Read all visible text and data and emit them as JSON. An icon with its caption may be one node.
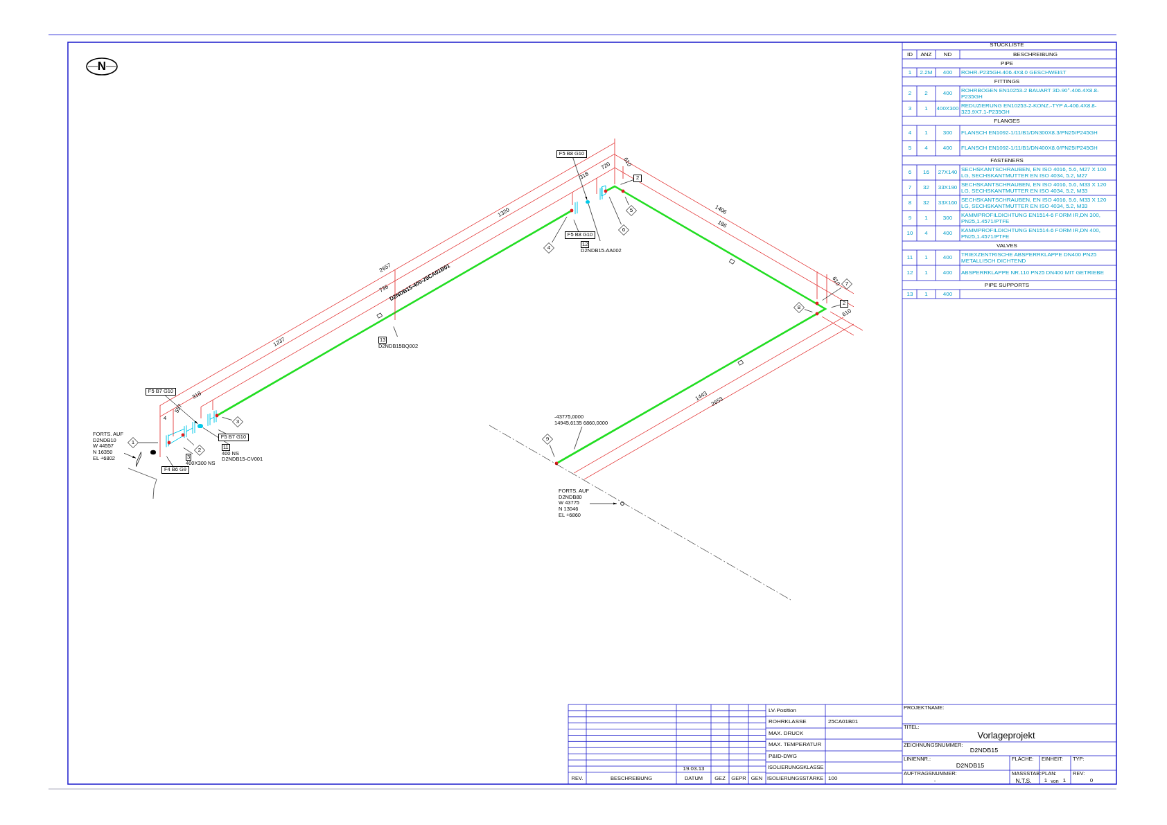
{
  "diagram": {
    "nodes": [
      {
        "text": [
          "N"
        ]
      },
      {
        "text": [
          "F5 B7 G10"
        ]
      },
      {
        "text": [
          "1"
        ]
      },
      {
        "text": [
          "2"
        ]
      },
      {
        "text": [
          "3"
        ]
      },
      {
        "text": [
          "F5 B7 G10"
        ]
      },
      {
        "text": [
          "3",
          "400X300 NS"
        ]
      },
      {
        "text": [
          "11",
          "400 NS",
          "D2NDB15-CV001"
        ]
      },
      {
        "text": [
          "F4 B6 G9"
        ]
      },
      {
        "text": [
          "FORTS. AUF",
          "D2NDB10",
          "W 44557",
          "N 16350",
          "EL +6802"
        ]
      },
      {
        "text": [
          "F5 B8 G10"
        ]
      },
      {
        "text": [
          "F5 B8 G10"
        ]
      },
      {
        "text": [
          "12",
          "D2NDB15-AA002"
        ]
      },
      {
        "text": [
          "4"
        ]
      },
      {
        "text": [
          "6"
        ]
      },
      {
        "text": [
          "5"
        ]
      },
      {
        "text": [
          "2"
        ]
      },
      {
        "text": [
          "7"
        ]
      },
      {
        "text": [
          "2"
        ]
      },
      {
        "text": [
          "8"
        ]
      },
      {
        "text": [
          "9"
        ]
      },
      {
        "text": [
          "-43775,0000",
          "14945,6135 6860,0000"
        ]
      },
      {
        "text": [
          "FORTS. AUF",
          "D2NDB80",
          "W 43775",
          "N 13046",
          "EL +6860"
        ]
      },
      {
        "text": [
          "13",
          "D2NDB15BQ002"
        ]
      },
      {
        "text": [],
        "shape": "circle"
      },
      {
        "text": [],
        "shape": "circle"
      },
      {
        "text": [],
        "shape": "bar"
      }
    ],
    "edges": [
      {
        "from": 1,
        "to": 24,
        "arrow": "to"
      },
      {
        "from": 2,
        "to": null,
        "arrow": "none"
      },
      {
        "from": 3,
        "to": null,
        "arrow": "none"
      },
      {
        "from": 4,
        "to": null,
        "arrow": "none"
      },
      {
        "from": 5,
        "to": null,
        "arrow": "none"
      },
      {
        "from": 6,
        "to": null,
        "arrow": "none"
      },
      {
        "from": 7,
        "to": 24,
        "arrow": "none"
      },
      {
        "from": 8,
        "to": null,
        "arrow": "none"
      },
      {
        "from": 9,
        "to": 26,
        "arrow": "to"
      },
      {
        "from": 10,
        "to": 25,
        "arrow": "to"
      },
      {
        "from": 11,
        "to": null,
        "arrow": "none"
      },
      {
        "from": 12,
        "to": 25,
        "arrow": "none"
      },
      {
        "from": 13,
        "to": null,
        "arrow": "none"
      },
      {
        "from": 14,
        "to": null,
        "arrow": "none"
      },
      {
        "from": 15,
        "to": null,
        "arrow": "none"
      },
      {
        "from": 16,
        "to": null,
        "arrow": "none"
      },
      {
        "from": 17,
        "to": null,
        "arrow": "none"
      },
      {
        "from": 18,
        "to": null,
        "arrow": "none"
      },
      {
        "from": 19,
        "to": null,
        "arrow": "none"
      },
      {
        "from": 20,
        "to": null,
        "arrow": "none"
      },
      {
        "from": 21,
        "to": null,
        "arrow": "none"
      },
      {
        "from": 22,
        "to": null,
        "arrow": "to"
      },
      {
        "from": 23,
        "to": null,
        "arrow": "none"
      }
    ],
    "labels": [
      "2657",
      "1320",
      "1237",
      "736",
      "D2NDB15-400-25CA01B01",
      "318",
      "557",
      "4",
      "318",
      "720",
      "610",
      "1406",
      "186",
      "610",
      "610",
      "1443",
      "2653",
      "STÜCKLISTE",
      "ID",
      "ANZ",
      "ND",
      "BESCHREIBUNG",
      "PIPE",
      "1",
      "2.2M",
      "400",
      "ROHR-P235GH-406.4X8.0 GESCHWEIßT",
      "FITTINGS",
      "2",
      "2",
      "400",
      "ROHRBOGEN EN10253-2 BAUART 3D-90°-406.4X8.8-P235GH",
      "3",
      "1",
      "400X300",
      "REDUZIERUNG EN10253-2-KONZ.-TYP A-406.4X8.8-323.9X7.1-P235GH",
      "FLANGES",
      "4",
      "1",
      "300",
      "FLANSCH EN1092-1/11/B1/DN300X8.3/PN25/P245GH",
      "5",
      "4",
      "400",
      "FLANSCH EN1092-1/11/B1/DN400X8.0/PN25/P245GH",
      "FASTENERS",
      "6",
      "16",
      "27X140",
      "SECHSKANTSCHRAUBEN, EN ISO 4016, 5.6, M27 X 100 LG, SECHSKANTMUTTER EN ISO 4034, 5.2, M27",
      "7",
      "32",
      "33X190",
      "SECHSKANTSCHRAUBEN, EN ISO 4016, 5.6, M33 X 120 LG, SECHSKANTMUTTER EN ISO 4034, 5.2, M33",
      "8",
      "32",
      "33X160",
      "SECHSKANTSCHRAUBEN, EN ISO 4016, 5.6, M33 X 120 LG, SECHSKANTMUTTER EN ISO 4034, 5.2, M33",
      "9",
      "1",
      "300",
      "KAMMPROFILDICHTUNG EN1514-6 FORM IR,DN 300, PN25,1.4571/PTFE",
      "10",
      "4",
      "400",
      "KAMMPROFILDICHTUNG EN1514-6 FORM IR,DN 400, PN25,1.4571/PTFE",
      "VALVES",
      "11",
      "1",
      "400",
      "TRIEXZENTRISCHE ABSPERRKLAPPE DN400 PN25 METALLISCH DICHTEND",
      "12",
      "1",
      "400",
      "ABSPERRKLAPPE NR.110 PN25 DN400 MIT GETRIEBE",
      "PIPE SUPPORTS",
      "13",
      "1",
      "400",
      "LV-Position",
      "ROHRKLASSE",
      "25CA01B01",
      "MAX. DRUCK",
      "MAX. TEMPERATUR",
      "P&ID-DWG",
      "19.03.13",
      "ISOLIERUNGSKLASSE",
      "REV.",
      "BESCHREIBUNG",
      "DATUM",
      "GEZ",
      "GEPR",
      "GEN",
      "ISOLIERUNGSSTÄRKE",
      "100",
      "PROJEKTNAME:",
      "TITEL:",
      "Vorlageprojekt",
      "ZEICHNUNGSNUMMER:",
      "D2NDB15",
      "LINIENNR.:",
      "D2NDB15",
      "FLÄCHE:",
      "EINHEIT:",
      "TYP:",
      "AUFTRAGSNUMMER:",
      "-",
      "MASSSTAB:",
      "N.T.S.",
      "PLAN:",
      "1",
      "von",
      "1",
      "REV:",
      "0"
    ]
  }
}
